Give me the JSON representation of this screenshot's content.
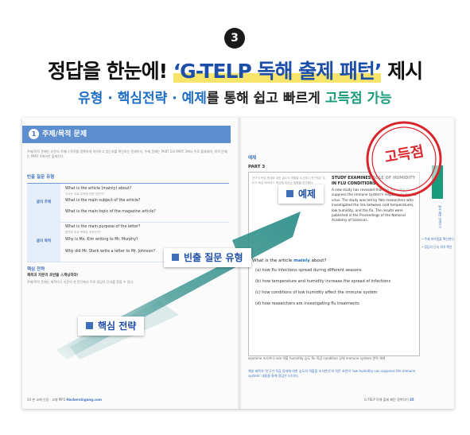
{
  "badge": "3",
  "title": {
    "prefix": "정답을 한눈에! ",
    "highlight": "‘G-TELP 독해 출제 패턴’",
    "suffix": " 제시"
  },
  "subtitle": {
    "part1": "유형 · 핵심전략 · 예제",
    "part2": "를 통해 쉽고 빠르게 ",
    "part3": "고득점 가능"
  },
  "left_page": {
    "header_num": "1",
    "header": "주제/목적 문제",
    "intro": "주제/목적 문제는 지문의 주제나 목적을 정확하게 파악하고 있는지를 확인하는 문제이다. 주제 문제는 PART 2와 PART 3에서 주로 출제되며, 목적 문제는 PART 4에서만 출제된다.",
    "freq_section": "빈출 질문 유형",
    "rows": [
      {
        "cat": "글의 주제",
        "q": [
          "What is the article (mainly) about?",
          "What is the main subject of the article?",
          "What is the main topic of the magazine article?"
        ],
        "sub": "기사는 주로 무엇에 관한 것인가?"
      },
      {
        "cat": "글의 목적",
        "q": [
          "What is the main purpose of the letter?",
          "Why is Ms. Kim writing to Mr. Murphy?",
          "Why did Mr. Stark write a letter to Mr. Johnson?"
        ],
        "sub": "편지의 주요 목적은 무엇인가?"
      }
    ],
    "strategy_section": "핵심 전략",
    "strategy_title": "제목과 지문의 초반을 스캐닝하라!",
    "strategy_text": "주제/목적 문제는 제목이나 지문의 첫 문단에서 주로 정답의 단서를 찾을 수 있다.",
    "footer": "34 본 교재 인강 · 교재 MP3",
    "footer_site": "HackersIngang.com"
  },
  "right_page": {
    "section": "예제",
    "part": "PART 3",
    "left_col": "연구자 독감 증세와 대한 습도의 역할을 조사하다 연구팀은 습도가 독감 바이러스 확산에 미치는 영향을 연구했다.",
    "passage_title": "STUDY EXAMINES ROLE OF HUMIDITY IN FLU CONDITIONS",
    "passage_text": "A new study has revealed that low humidity can suppress the immune system's response to the flu virus. The study was led by Yale researchers who investigated the link between cold temperatures, low humidity, and the flu. The results were published in the Proceedings of the National Academy of Sciences.",
    "question_prefix": "What is the article ",
    "question_bold": "mainly",
    "question_suffix": " about?",
    "options": [
      "(a) how flu infections spread during different seasons",
      "(b) how temperature and humidity increase the spread of infections",
      "(c) how conditions of low humidity affect the immune system",
      "(d) how researchers are investigating flu treatments"
    ],
    "vocab": "examine 조사하다  role 역할  humidity 습도  flu 독감  condition 상태  immune system 면역 체계",
    "note": "해설 제목의 '연구가 독감 증세에 대한 습도의 역할을 조사한다'와 지문 초반의 'low humidity can suppress the immune system' 내용을 통해 정답은 (c)이다.",
    "footer": "G-TELP 독해 출제 패턴 정복하기",
    "footer_num": "35",
    "side_tab": "출제 패턴 정복하기",
    "callouts": [
      "• 주제 파악법을 확인한다",
      "• 정답의 단서 위치 확인"
    ]
  },
  "labels": {
    "example": "예제",
    "frequent": "빈출 질문 유형",
    "strategy": "핵심 전략"
  },
  "stamp": "고득점",
  "colors": {
    "arrow": "#2f8f8a",
    "brand_blue": "#1e4fa8",
    "accent_green": "#1a9b7b",
    "stamp_red": "#d8262c",
    "highlight_yellow": "#f6e56a"
  }
}
